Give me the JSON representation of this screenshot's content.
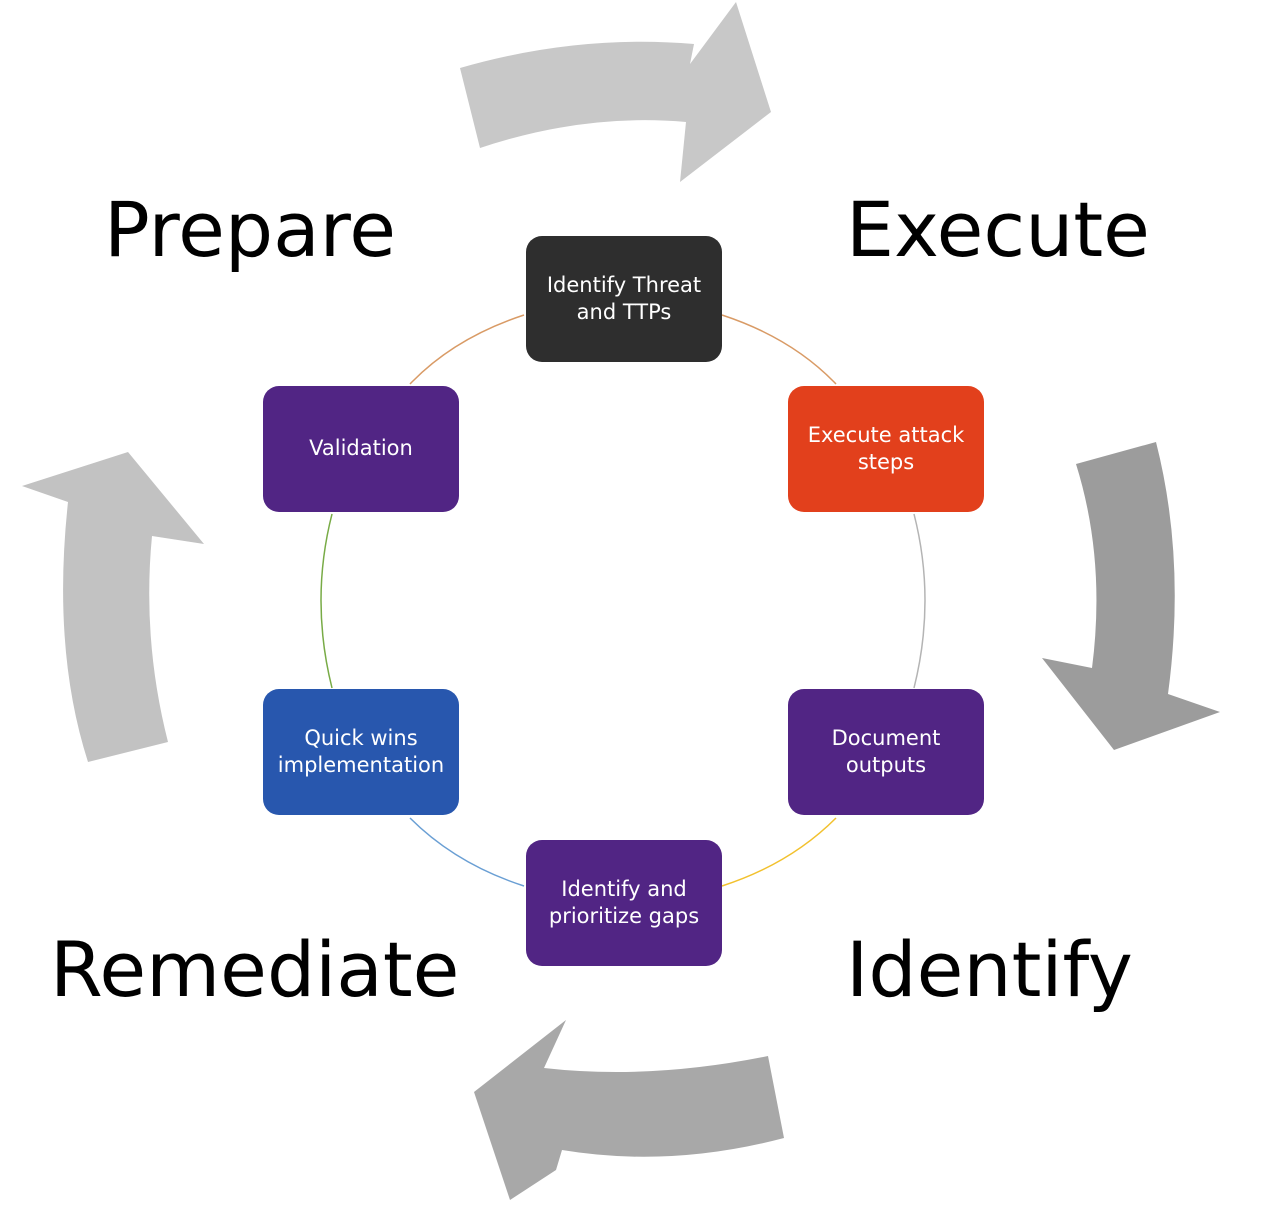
{
  "phases": {
    "prepare": "Prepare",
    "execute": "Execute",
    "identify": "Identify",
    "remediate": "Remediate"
  },
  "steps": [
    {
      "label": "Identify Threat and TTPs",
      "color": "#2e2e2e"
    },
    {
      "label": "Execute attack steps",
      "color": "#e2401c"
    },
    {
      "label": "Document outputs",
      "color": "#512584"
    },
    {
      "label": "Identify and prioritize gaps",
      "color": "#512584"
    },
    {
      "label": "Quick wins implementation",
      "color": "#2857ae"
    },
    {
      "label": "Validation",
      "color": "#512584"
    }
  ],
  "colors": {
    "arrow_light": "#c8c8c8",
    "arrow_mid": "#a4a4a4",
    "arrow_dark": "#9c9c9c"
  }
}
